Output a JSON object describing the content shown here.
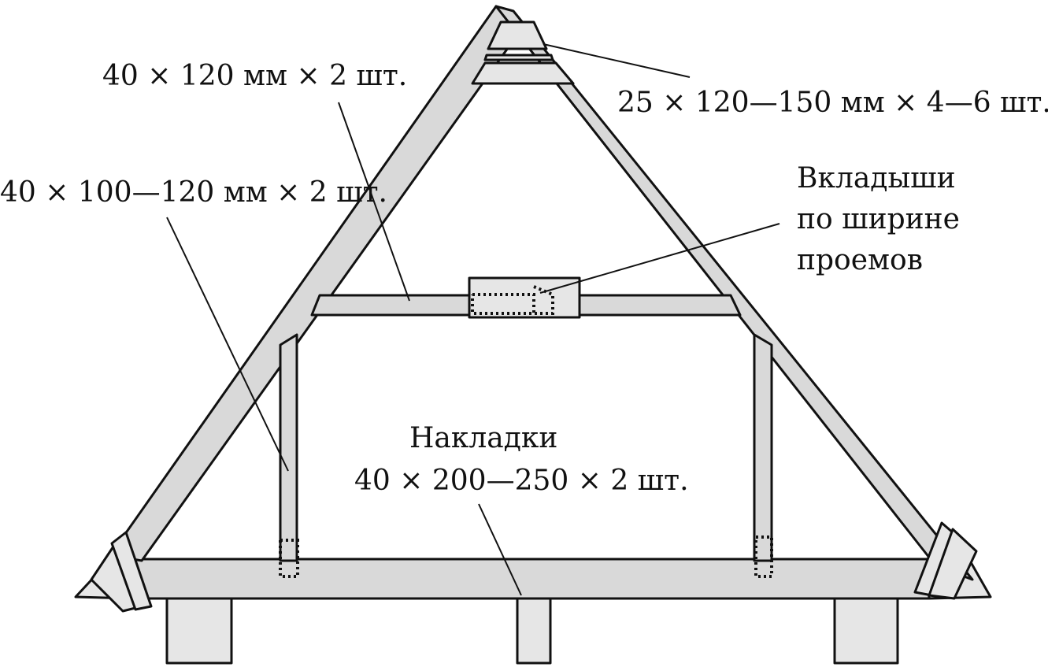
{
  "labels": {
    "collar_tie": "40 × 120 мм × 2 шт.",
    "ridge_boards": "25 × 120—150 мм × 4—6 шт.",
    "posts": "40 × 100—120 мм × 2 шт.",
    "inserts_line1": "Вкладыши",
    "inserts_line2": "по ширине",
    "inserts_line3": "проемов",
    "plates_line1": "Накладки",
    "plates_line2": "40 × 200—250 × 2 шт."
  },
  "colors": {
    "wood": "#d9d9d9",
    "ink": "#111111",
    "background": "#ffffff"
  }
}
